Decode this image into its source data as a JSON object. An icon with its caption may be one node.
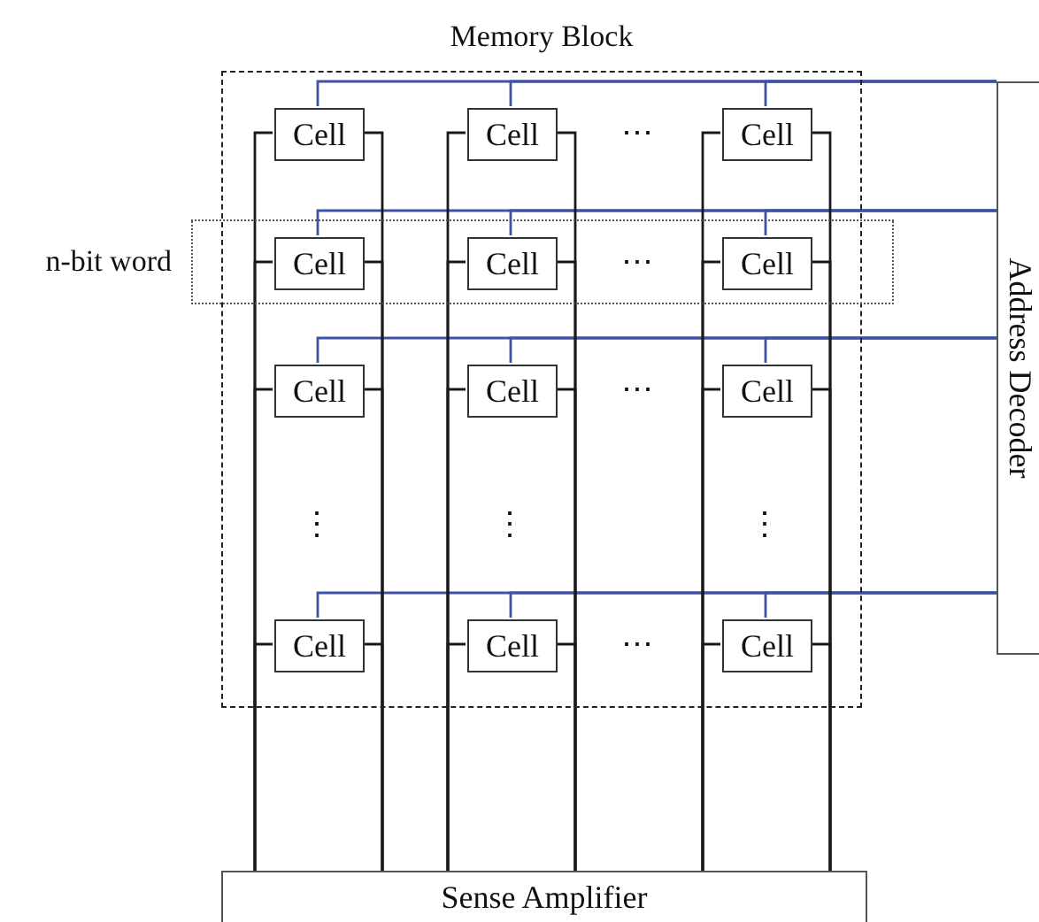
{
  "diagram": {
    "nodes": [
      {
        "text": [
          "Memory Block"
        ]
      },
      {
        "text": [
          "n-bit word"
        ]
      },
      {
        "text": [
          "Cell"
        ],
        "in": 0
      },
      {
        "text": [
          "Cell"
        ],
        "in": 0
      },
      {
        "text": [
          "Cell"
        ],
        "in": 0
      },
      {
        "text": [
          "Cell"
        ],
        "in": 1
      },
      {
        "text": [
          "Cell"
        ],
        "in": 1
      },
      {
        "text": [
          "Cell"
        ],
        "in": 1
      },
      {
        "text": [
          "Cell"
        ],
        "in": 0
      },
      {
        "text": [
          "Cell"
        ],
        "in": 0
      },
      {
        "text": [
          "Cell"
        ],
        "in": 0
      },
      {
        "text": [
          "Cell"
        ],
        "in": 0
      },
      {
        "text": [
          "Cell"
        ],
        "in": 0
      },
      {
        "text": [
          "Cell"
        ],
        "in": 0
      },
      {
        "text": [
          "Address Decoder"
        ]
      },
      {
        "text": [
          "Sense Amplifier"
        ]
      }
    ],
    "edges": [
      {
        "from": 14,
        "to": 2,
        "arrow": "none",
        "color": "#3f51a3"
      },
      {
        "from": 14,
        "to": 3,
        "arrow": "none",
        "color": "#3f51a3"
      },
      {
        "from": 14,
        "to": 4,
        "arrow": "none",
        "color": "#3f51a3"
      },
      {
        "from": 14,
        "to": 5,
        "arrow": "none",
        "color": "#3f51a3"
      },
      {
        "from": 14,
        "to": 6,
        "arrow": "none",
        "color": "#3f51a3"
      },
      {
        "from": 14,
        "to": 7,
        "arrow": "none",
        "color": "#3f51a3"
      },
      {
        "from": 14,
        "to": 8,
        "arrow": "none",
        "color": "#3f51a3"
      },
      {
        "from": 14,
        "to": 9,
        "arrow": "none",
        "color": "#3f51a3"
      },
      {
        "from": 14,
        "to": 10,
        "arrow": "none",
        "color": "#3f51a3"
      },
      {
        "from": 14,
        "to": 11,
        "arrow": "none",
        "color": "#3f51a3"
      },
      {
        "from": 14,
        "to": 12,
        "arrow": "none",
        "color": "#3f51a3"
      },
      {
        "from": 14,
        "to": 13,
        "arrow": "none",
        "color": "#3f51a3"
      },
      {
        "from": 2,
        "to": 15,
        "arrow": "none"
      },
      {
        "from": 2,
        "to": 15,
        "arrow": "none"
      },
      {
        "from": 3,
        "to": 15,
        "arrow": "none"
      },
      {
        "from": 3,
        "to": 15,
        "arrow": "none"
      },
      {
        "from": 4,
        "to": 15,
        "arrow": "none"
      },
      {
        "from": 4,
        "to": 15,
        "arrow": "none"
      },
      {
        "from": 5,
        "to": 15,
        "arrow": "none"
      },
      {
        "from": 5,
        "to": 15,
        "arrow": "none"
      },
      {
        "from": 6,
        "to": 15,
        "arrow": "none"
      },
      {
        "from": 6,
        "to": 15,
        "arrow": "none"
      },
      {
        "from": 7,
        "to": 15,
        "arrow": "none"
      },
      {
        "from": 7,
        "to": 15,
        "arrow": "none"
      },
      {
        "from": 8,
        "to": 15,
        "arrow": "none"
      },
      {
        "from": 8,
        "to": 15,
        "arrow": "none"
      },
      {
        "from": 9,
        "to": 15,
        "arrow": "none"
      },
      {
        "from": 9,
        "to": 15,
        "arrow": "none"
      },
      {
        "from": 10,
        "to": 15,
        "arrow": "none"
      },
      {
        "from": 10,
        "to": 15,
        "arrow": "none"
      },
      {
        "from": 11,
        "to": 15,
        "arrow": "none"
      },
      {
        "from": 11,
        "to": 15,
        "arrow": "none"
      },
      {
        "from": 12,
        "to": 15,
        "arrow": "none"
      },
      {
        "from": 12,
        "to": 15,
        "arrow": "none"
      },
      {
        "from": 13,
        "to": 15,
        "arrow": "none"
      },
      {
        "from": 13,
        "to": 15,
        "arrow": "none"
      }
    ],
    "labels": [
      "⋯",
      "⋯",
      "⋯",
      "⋮",
      "⋮",
      "⋮",
      "⋯"
    ]
  }
}
